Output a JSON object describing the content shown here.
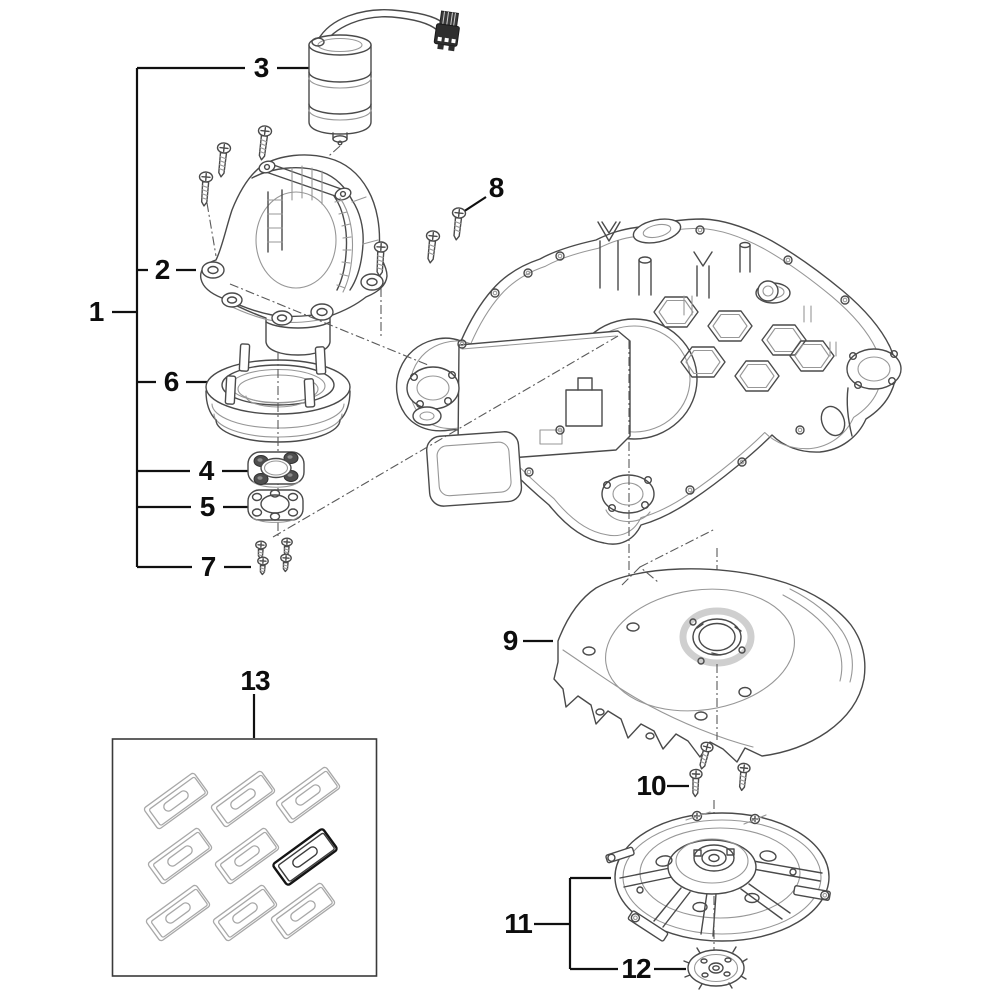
{
  "diagram": {
    "type": "exploded-parts-diagram",
    "background_color": "#ffffff",
    "line_color": "#4a4a4a",
    "callout_color": "#0d0d0d",
    "callouts": [
      {
        "id": "1",
        "label": "1"
      },
      {
        "id": "2",
        "label": "2"
      },
      {
        "id": "3",
        "label": "3"
      },
      {
        "id": "4",
        "label": "4"
      },
      {
        "id": "5",
        "label": "5"
      },
      {
        "id": "6",
        "label": "6"
      },
      {
        "id": "7",
        "label": "7"
      },
      {
        "id": "8",
        "label": "8"
      },
      {
        "id": "9",
        "label": "9"
      },
      {
        "id": "10",
        "label": "10"
      },
      {
        "id": "11",
        "label": "11"
      },
      {
        "id": "12",
        "label": "12"
      },
      {
        "id": "13",
        "label": "13"
      }
    ]
  }
}
